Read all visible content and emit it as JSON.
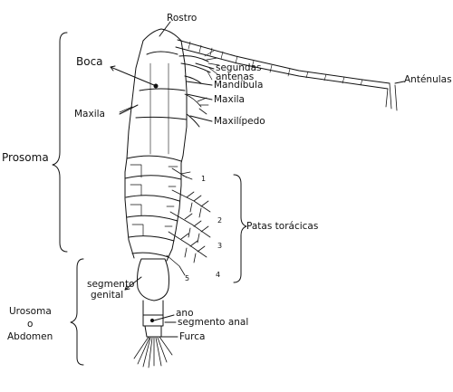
{
  "labels": {
    "rostro": "Rostro",
    "segundas_antenas": "segundas antenas",
    "anténulas": "Anténulas",
    "boca": "Boca",
    "mandibula": "Mandíbula",
    "maxila_right": "Maxila",
    "maxila_left": "Maxila",
    "maxilipedo": "Maxilípedo",
    "prosoma": "Prosoma",
    "patas_toracicas": "Patas torácicas",
    "segmento_genital_line1": "segmento",
    "segmento_genital_line2": "genital",
    "urosoma_line1": "Urosoma",
    "urosoma_line2": "o",
    "urosoma_line3": "Abdomen",
    "ano": "ano",
    "segmento_anal": "segmento anal",
    "furca": "Furca"
  },
  "leg_numbers": [
    "1",
    "2",
    "3",
    "4",
    "5"
  ],
  "colors": {
    "ink": "#111111",
    "background": "#ffffff"
  }
}
